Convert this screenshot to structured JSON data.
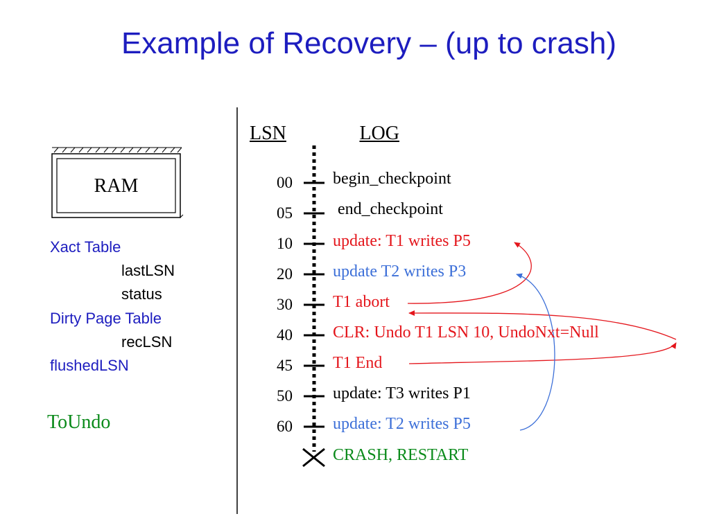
{
  "title": "Example of Recovery – (up to crash)",
  "log_header": {
    "lsn": "LSN",
    "log": "LOG"
  },
  "ram": {
    "label": "RAM"
  },
  "state": {
    "xact_table": "Xact Table",
    "last_lsn": "lastLSN",
    "status": "status",
    "dirty_page_table": "Dirty Page Table",
    "rec_lsn": "recLSN",
    "flushed_lsn": "flushedLSN"
  },
  "to_undo": "ToUndo",
  "log_records": [
    {
      "lsn": "00",
      "text": "begin_checkpoint",
      "color": "#000000"
    },
    {
      "lsn": "05",
      "text": "end_checkpoint",
      "color": "#000000"
    },
    {
      "lsn": "10",
      "text": "update: T1 writes P5",
      "color": "#e4161c"
    },
    {
      "lsn": "20",
      "text": "update T2 writes P3",
      "color": "#3c6fd8"
    },
    {
      "lsn": "30",
      "text": "T1 abort",
      "color": "#e4161c"
    },
    {
      "lsn": "40",
      "text": "CLR: Undo T1 LSN 10, UndoNxt=Null",
      "color": "#e4161c"
    },
    {
      "lsn": "45",
      "text": "T1 End",
      "color": "#e4161c"
    },
    {
      "lsn": "50",
      "text": "update: T3 writes P1",
      "color": "#000000"
    },
    {
      "lsn": "60",
      "text": "update: T2 writes P5",
      "color": "#3c6fd8"
    }
  ],
  "crash_text": "CRASH, RESTART",
  "colors": {
    "title": "#1d1dbf",
    "red": "#e4161c",
    "blue": "#3c6fd8",
    "green": "#0a8a1a"
  }
}
